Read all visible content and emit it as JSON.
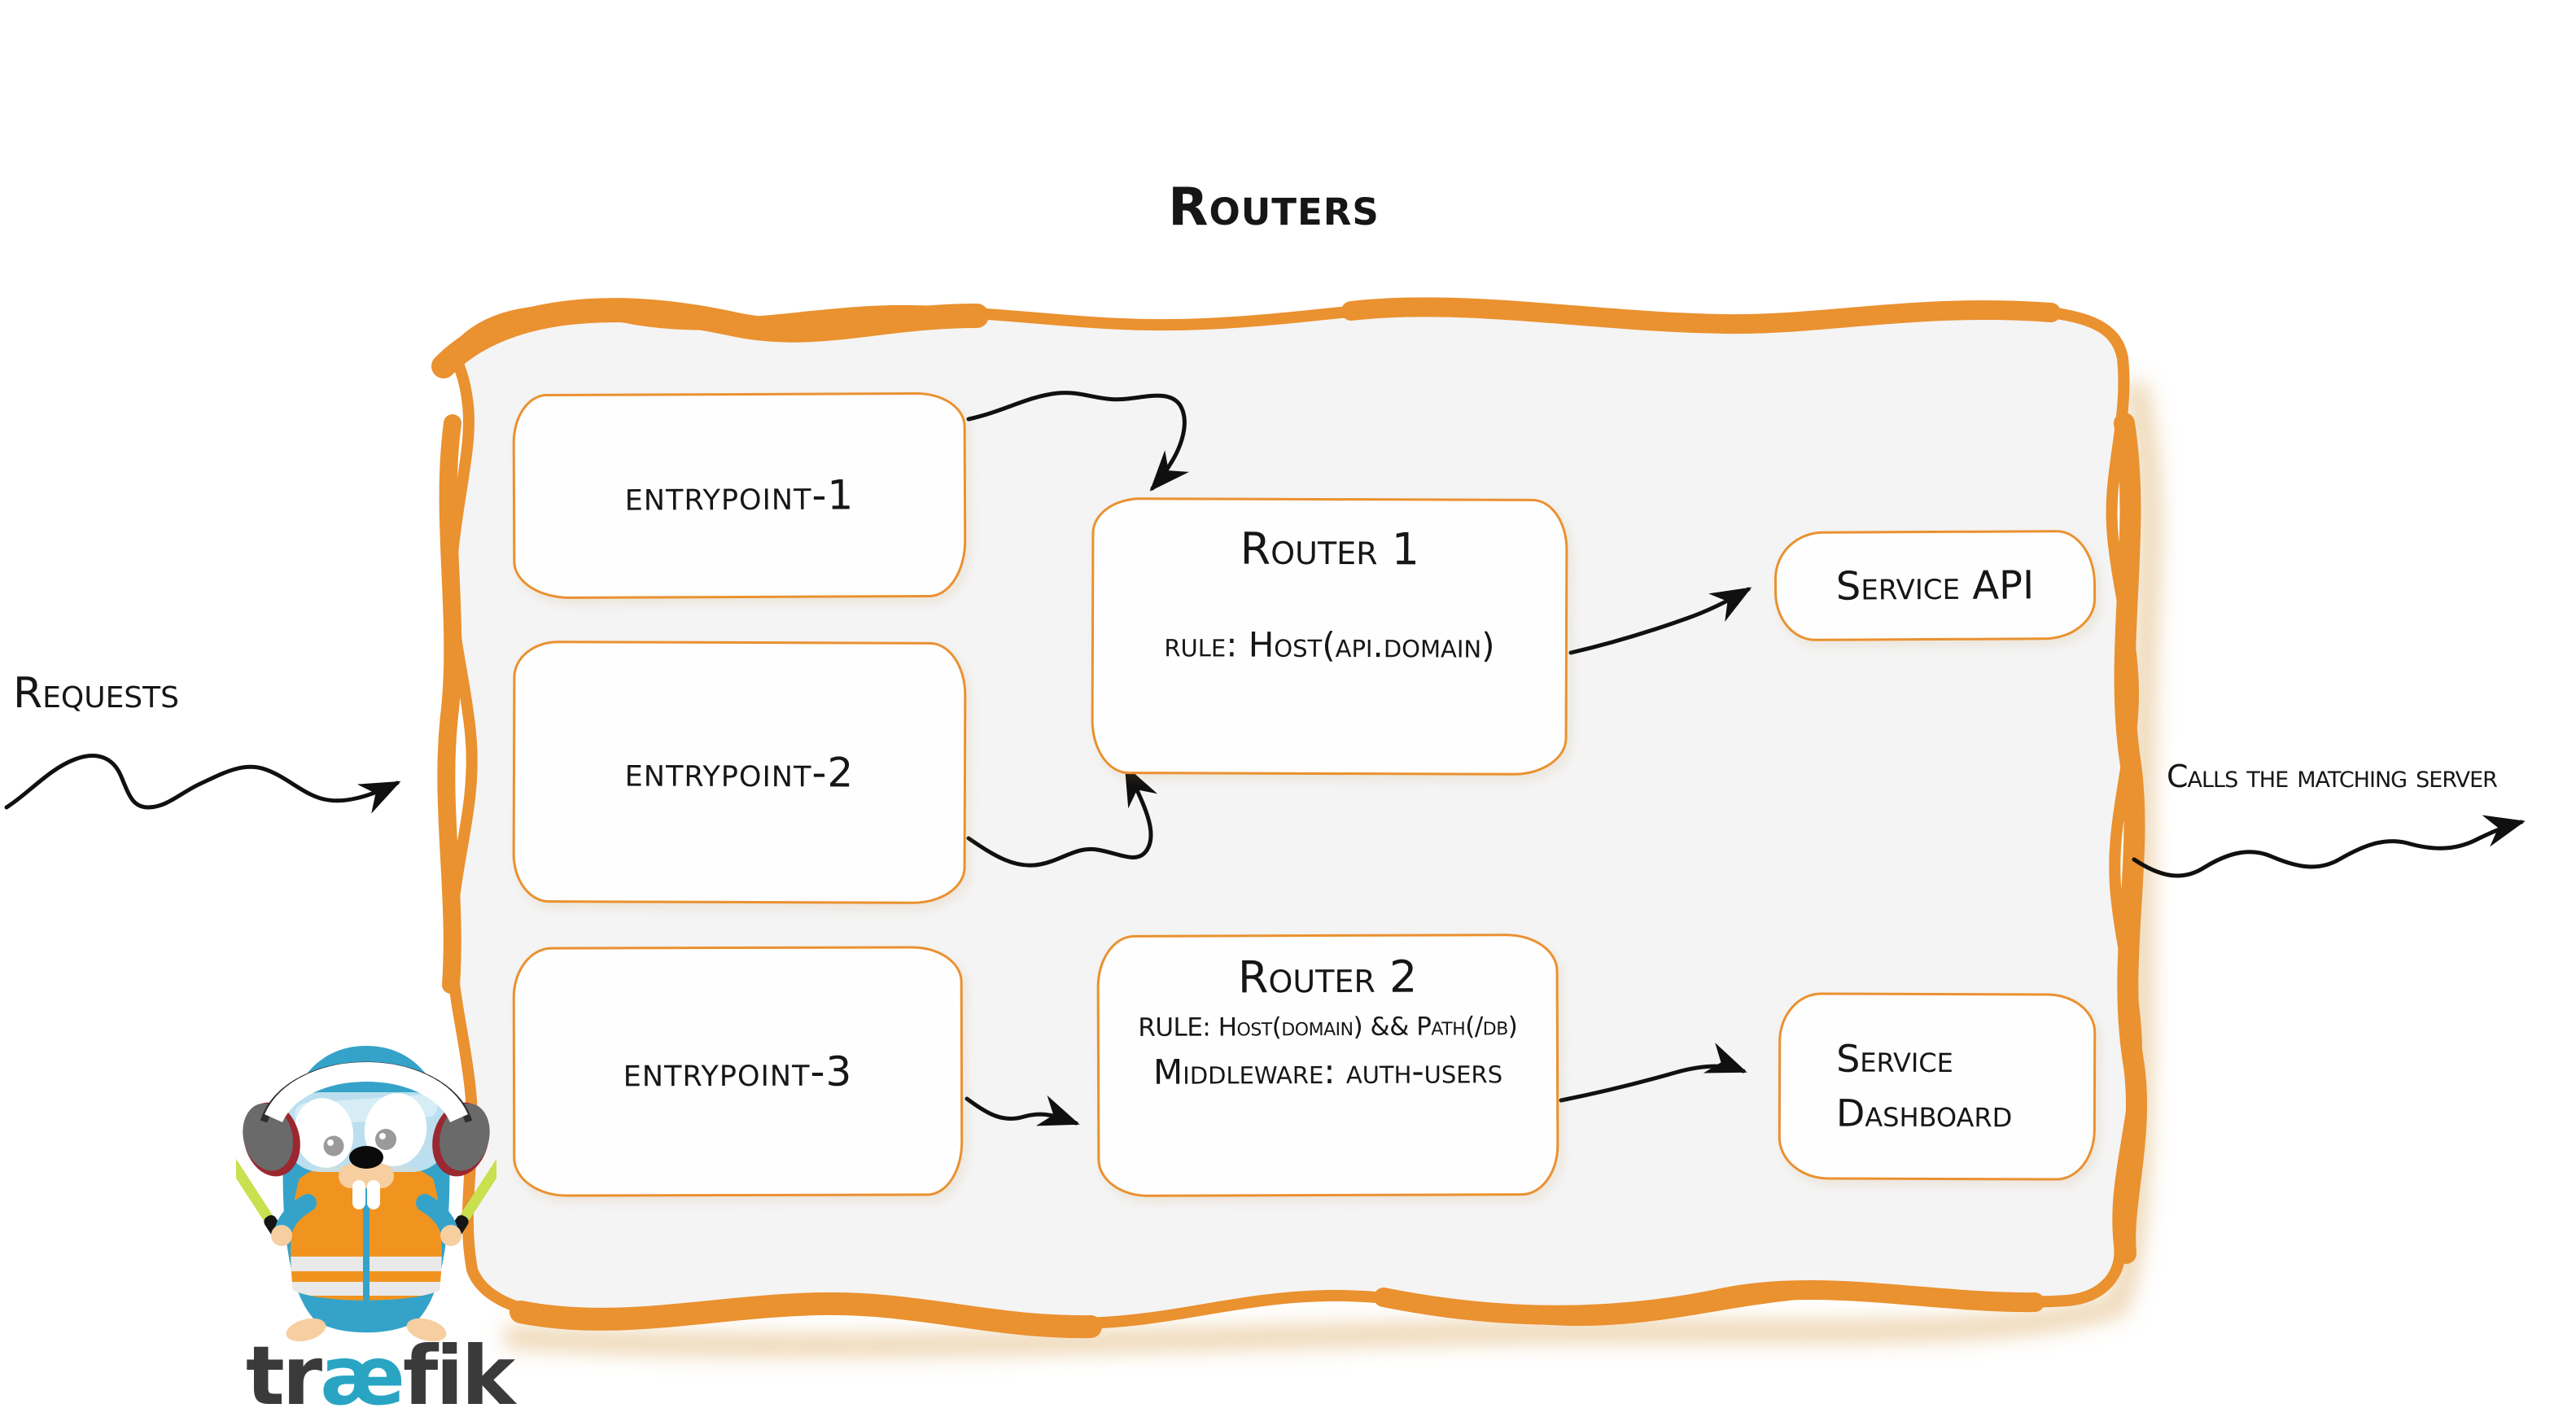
{
  "title": "Routers",
  "annotations": {
    "requests": "Requests",
    "calls_matching_server": "Calls the matching server"
  },
  "entrypoints": [
    {
      "label": "entrypoint-1"
    },
    {
      "label": "entrypoint-2"
    },
    {
      "label": "entrypoint-3"
    }
  ],
  "routers": [
    {
      "name": "Router 1",
      "rule": "rule: Host(api.domain)"
    },
    {
      "name": "Router 2",
      "rule": "RULE: Host(domain) && Path(/db)",
      "middleware": "Middleware: auth-users"
    }
  ],
  "services": [
    {
      "label": "Service API"
    },
    {
      "label": "Service Dashboard",
      "lines": [
        "Service",
        "Dashboard"
      ]
    }
  ],
  "edges": [
    {
      "from": "requests",
      "to": "routers-container"
    },
    {
      "from": "entrypoint-1",
      "to": "router-1"
    },
    {
      "from": "entrypoint-2",
      "to": "router-1"
    },
    {
      "from": "entrypoint-3",
      "to": "router-2"
    },
    {
      "from": "router-1",
      "to": "service-api"
    },
    {
      "from": "router-2",
      "to": "service-dashboard"
    },
    {
      "from": "routers-container",
      "to": "matching-server"
    }
  ],
  "logo": {
    "wordmark_pre": "tr",
    "wordmark_ae": "æ",
    "wordmark_post": "fik"
  },
  "colors": {
    "accent_orange": "#EA9130",
    "container_fill": "#F4F4F4",
    "box_fill": "#FEFEFE",
    "ink": "#161616",
    "gopher_blue": "#35A3C9",
    "vest_orange": "#F0941F",
    "baton_green": "#C9E04F",
    "wordmark_dark": "#3A3A3A",
    "wordmark_ae_blue": "#29A5C3"
  }
}
